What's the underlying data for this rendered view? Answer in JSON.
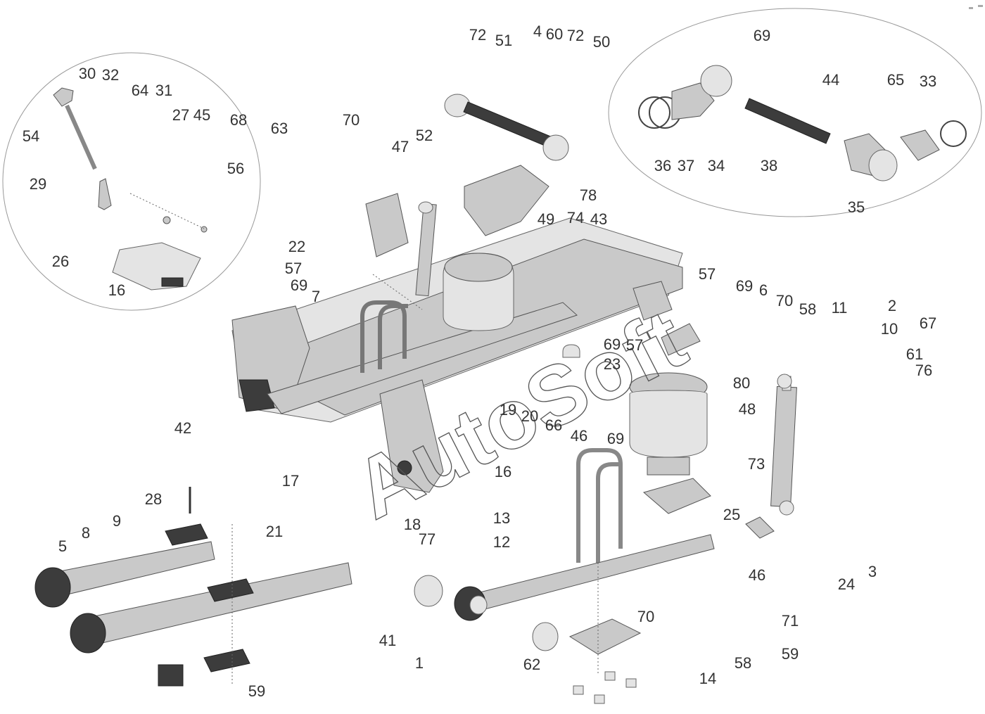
{
  "diagram": {
    "watermark": "AutoSoft",
    "callouts": [
      "30",
      "32",
      "64",
      "31",
      "54",
      "27",
      "45",
      "68",
      "29",
      "56",
      "26",
      "16",
      "69",
      "44",
      "65",
      "33",
      "36",
      "37",
      "34",
      "38",
      "35",
      "72",
      "51",
      "4",
      "60",
      "72",
      "50",
      "63",
      "70",
      "47",
      "52",
      "78",
      "49",
      "74",
      "43",
      "22",
      "57",
      "69",
      "7",
      "57",
      "69",
      "6",
      "70",
      "58",
      "11",
      "2",
      "10",
      "67",
      "61",
      "76",
      "69",
      "57",
      "23",
      "80",
      "48",
      "73",
      "25",
      "19",
      "20",
      "66",
      "46",
      "42",
      "17",
      "16",
      "69",
      "18",
      "77",
      "13",
      "12",
      "24",
      "3",
      "46",
      "71",
      "70",
      "59",
      "58",
      "14",
      "62",
      "41",
      "1",
      "28",
      "21",
      "9",
      "8",
      "5",
      "59"
    ]
  }
}
